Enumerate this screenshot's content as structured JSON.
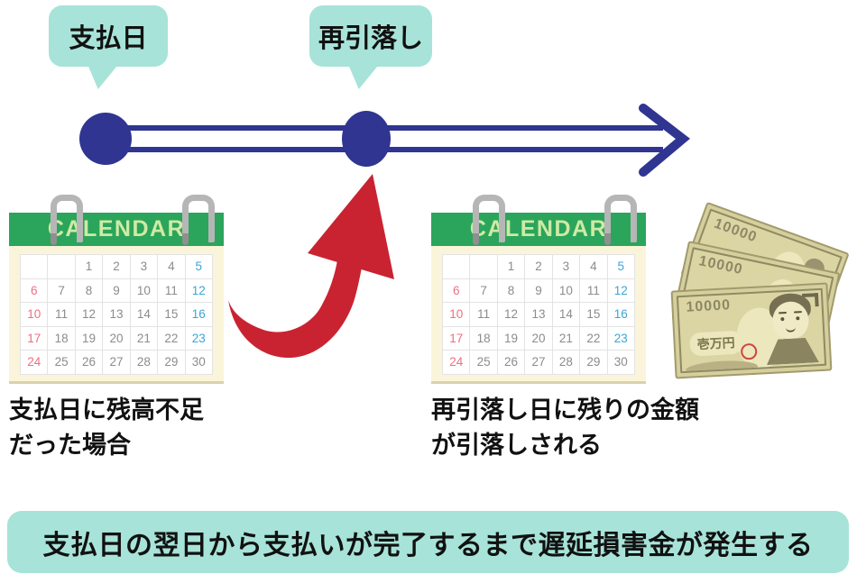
{
  "bubbles": {
    "payment_day": "支払日",
    "redebit": "再引落し"
  },
  "calendar": {
    "title": "CALENDAR",
    "rows": [
      [
        "",
        "",
        "1",
        "2",
        "3",
        "4",
        "5"
      ],
      [
        "6",
        "7",
        "8",
        "9",
        "10",
        "11",
        "12"
      ],
      [
        "10",
        "11",
        "12",
        "13",
        "14",
        "15",
        "16"
      ],
      [
        "17",
        "18",
        "19",
        "20",
        "21",
        "22",
        "23"
      ],
      [
        "24",
        "25",
        "26",
        "27",
        "28",
        "29",
        "30"
      ]
    ],
    "cell_colors": [
      [
        "",
        "",
        "g",
        "g",
        "g",
        "g",
        "b"
      ],
      [
        "r",
        "g",
        "g",
        "g",
        "g",
        "g",
        "b"
      ],
      [
        "r",
        "g",
        "g",
        "g",
        "g",
        "g",
        "b"
      ],
      [
        "r",
        "g",
        "g",
        "g",
        "g",
        "g",
        "b"
      ],
      [
        "r",
        "g",
        "g",
        "g",
        "g",
        "g",
        "g"
      ]
    ]
  },
  "captions": {
    "left_line1": "支払日に残高不足",
    "left_line2": "だった場合",
    "right_line1": "再引落し日に残りの金額",
    "right_line2": "が引落しされる"
  },
  "money": {
    "amount": "10000",
    "label": "壱万円"
  },
  "banner": {
    "text": "支払日の翌日から支払いが完了するまで遅延損害金が発生する"
  },
  "colors": {
    "mint": "#a7e3d8",
    "timeline_blue": "#2f3590",
    "arrow_red": "#c92331",
    "calendar_green": "#2ba55c",
    "calendar_title_green": "#cfeaa4",
    "calendar_cream": "#faf5da",
    "day_gray": "#8c8c8c",
    "day_sunday_pink": "#ee6f80",
    "day_saturday_blue": "#3aa6d6",
    "bill_khaki": "#d5cf9d"
  }
}
